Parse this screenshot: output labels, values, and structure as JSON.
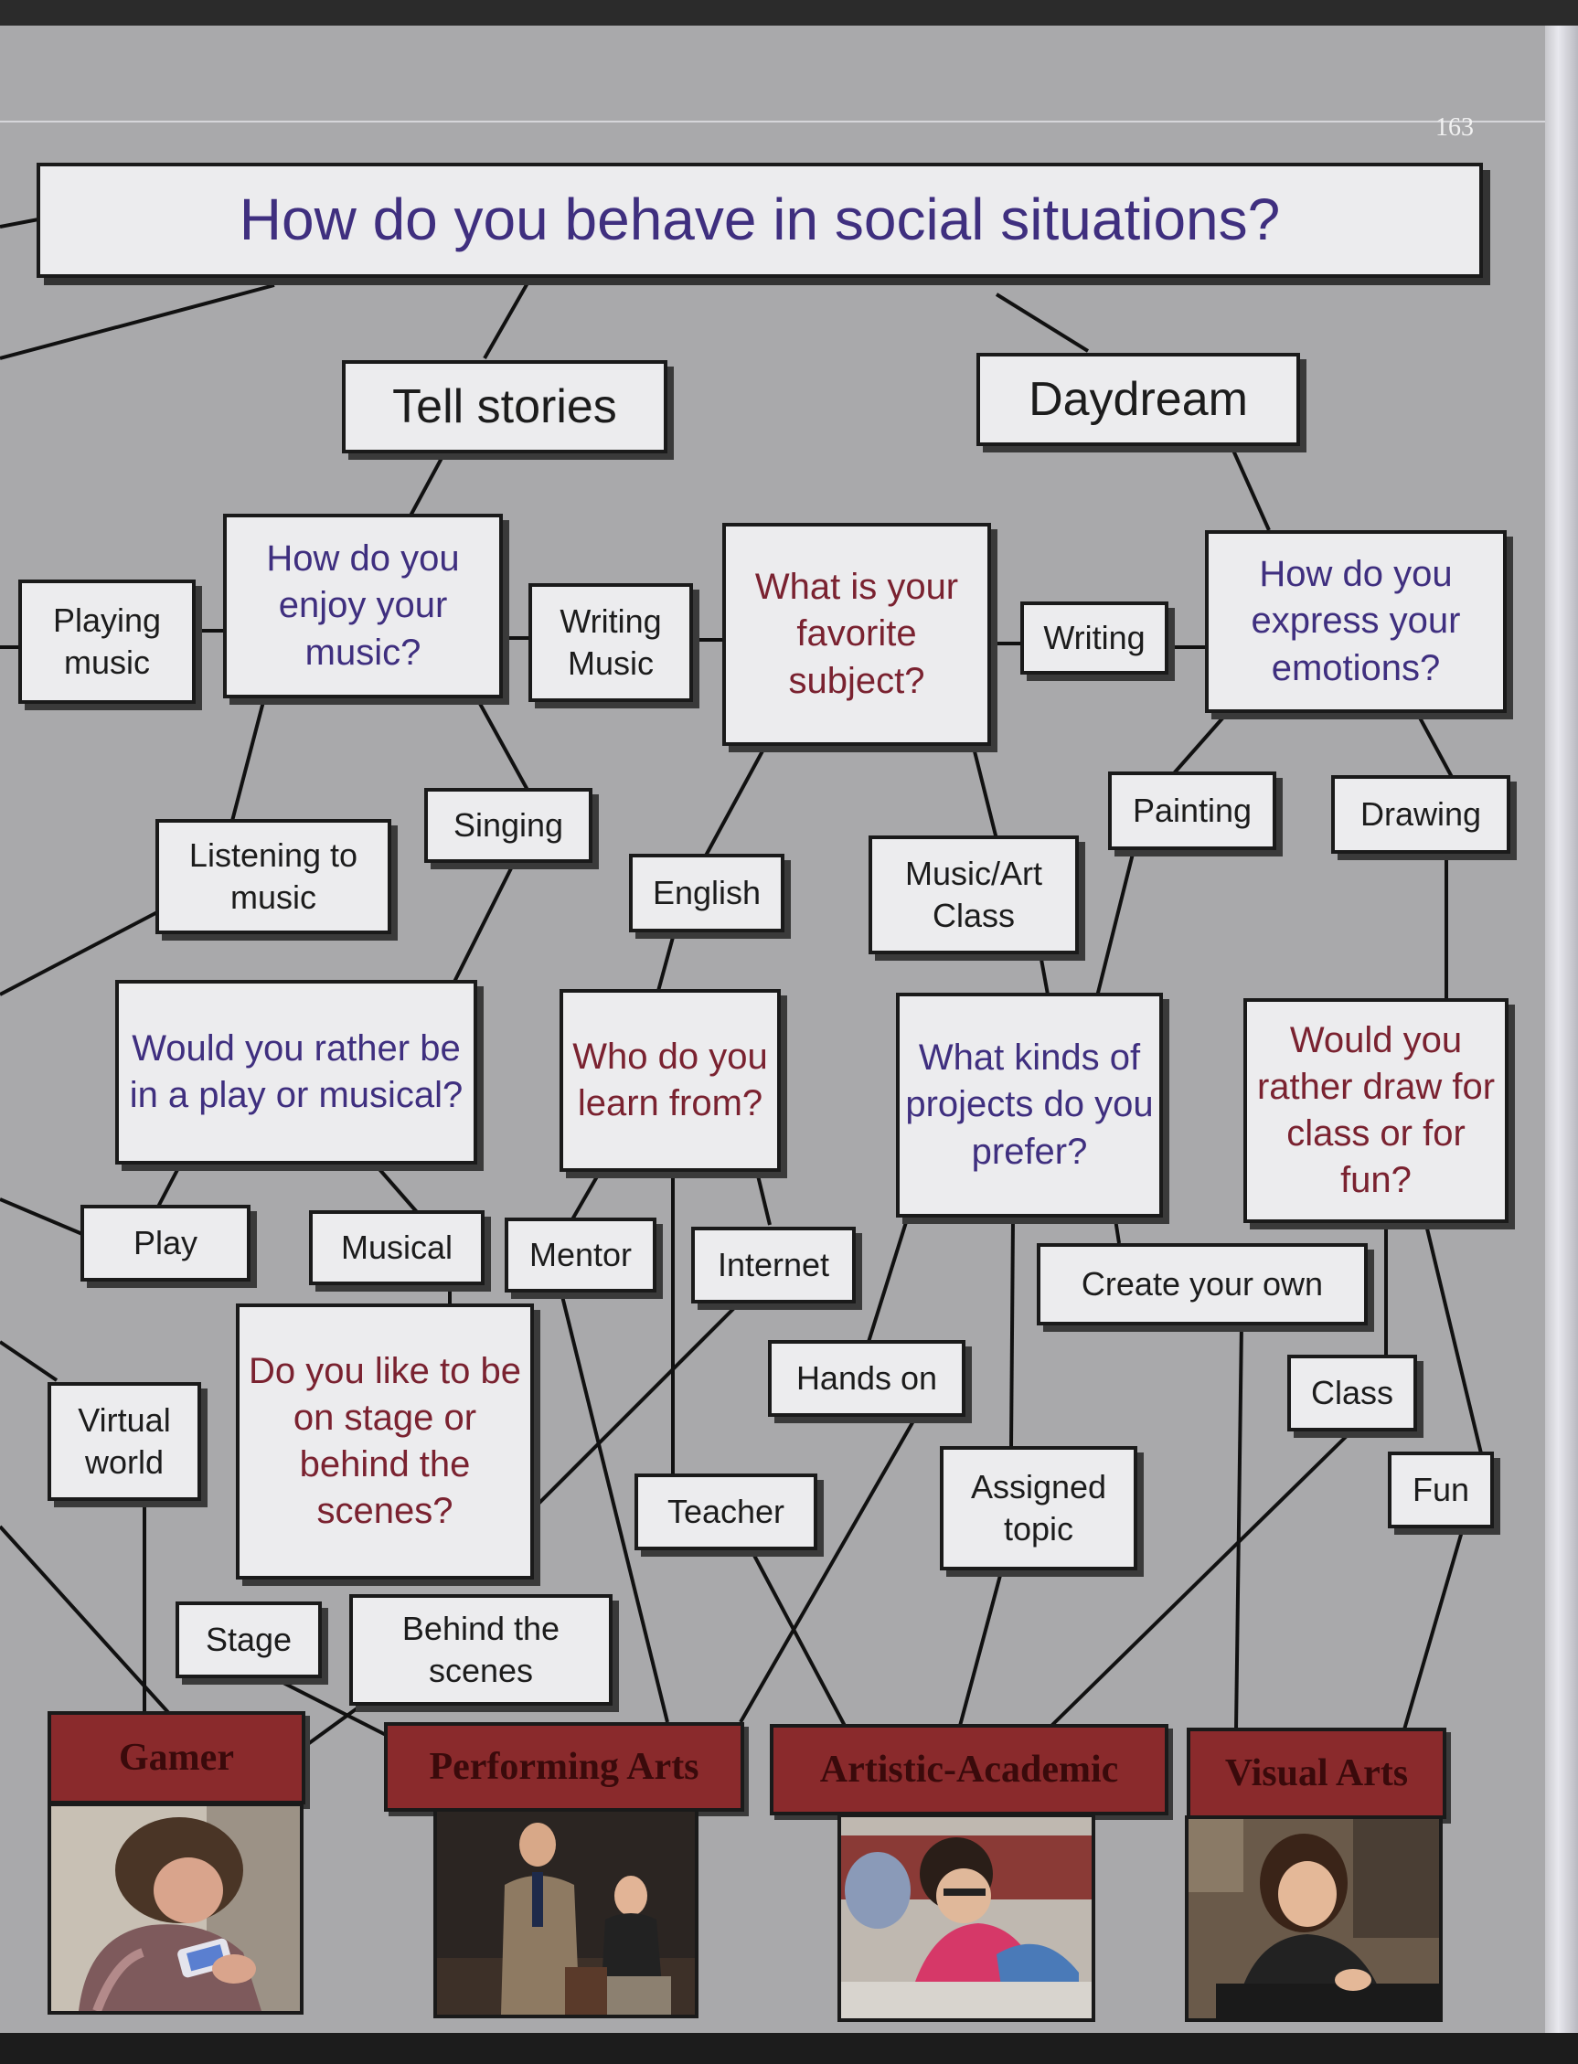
{
  "page_number": "163",
  "title": "How do you behave in social situations?",
  "nodes": {
    "tell_stories": "Tell stories",
    "daydream": "Daydream",
    "enjoy_music": "How do you enjoy your music?",
    "playing_music": "Playing music",
    "writing_music": "Writing Music",
    "favorite_subject": "What is your favorite subject?",
    "writing": "Writing",
    "express_emotions": "How do you express your emotions?",
    "singing": "Singing",
    "listening": "Listening to music",
    "english": "English",
    "music_art_class": "Music/Art Class",
    "painting": "Painting",
    "drawing": "Drawing",
    "play_or_musical": "Would you rather be in a play or musical?",
    "who_learn": "Who do you learn from?",
    "kinds_projects": "What kinds of projects do you prefer?",
    "draw_class_fun": "Would you rather draw for class or for fun?",
    "play": "Play",
    "musical": "Musical",
    "mentor": "Mentor",
    "internet": "Internet",
    "create_own": "Create your own",
    "stage_question": "Do you like to be on stage or behind the scenes?",
    "hands_on": "Hands on",
    "class": "Class",
    "virtual_world": "Virtual world",
    "teacher": "Teacher",
    "assigned_topic": "Assigned topic",
    "fun": "Fun",
    "stage": "Stage",
    "behind_scenes": "Behind the scenes"
  },
  "categories": {
    "gamer": "Gamer",
    "performing_arts": "Performing Arts",
    "artistic_academic": "Artistic-Academic",
    "visual_arts": "Visual Arts"
  },
  "colors": {
    "question_text": "#3f2f7f",
    "question_text_alt": "#7a2230",
    "category_fill": "#8a2a2c",
    "page_bg": "#a9a9ab"
  }
}
